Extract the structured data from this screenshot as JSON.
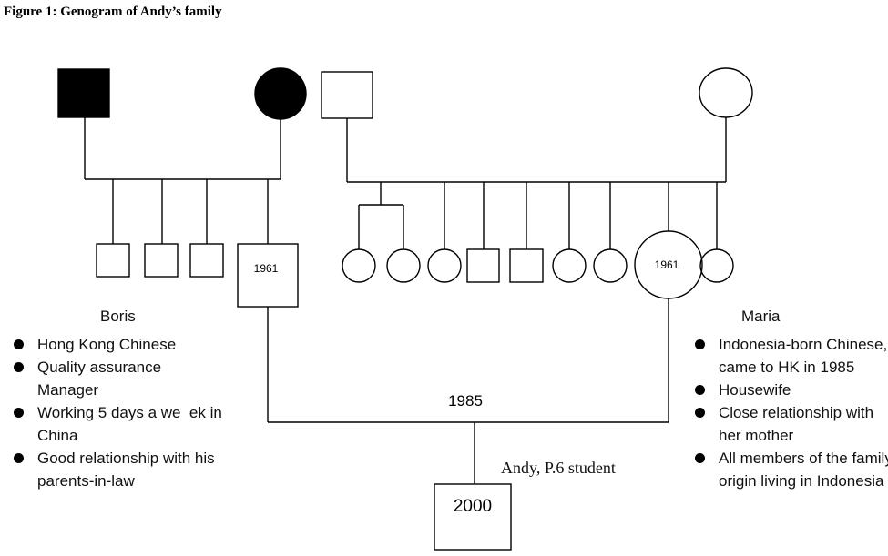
{
  "figure_title": "Figure 1: Genogram of Andy’s family",
  "colors": {
    "line": "#000000",
    "filled": "#000000",
    "background": "#ffffff"
  },
  "members": {
    "boris": {
      "name": "Boris",
      "birth_year": "1961"
    },
    "maria": {
      "name": "Maria",
      "birth_year": "1961"
    },
    "andy": {
      "label": "Andy, P.6 student",
      "birth_year": "2000"
    }
  },
  "marriage_year": "1985",
  "boris_notes": [
    "Hong Kong Chinese",
    "Quality assurance Manager",
    "Working 5 days a we  ek in China",
    "Good relationship with his parents-in-law"
  ],
  "maria_notes": [
    "Indonesia-born Chinese, came to HK in 1985",
    "Housewife",
    "Close relationship with her mother",
    "All members of the family of origin living in Indonesia"
  ]
}
